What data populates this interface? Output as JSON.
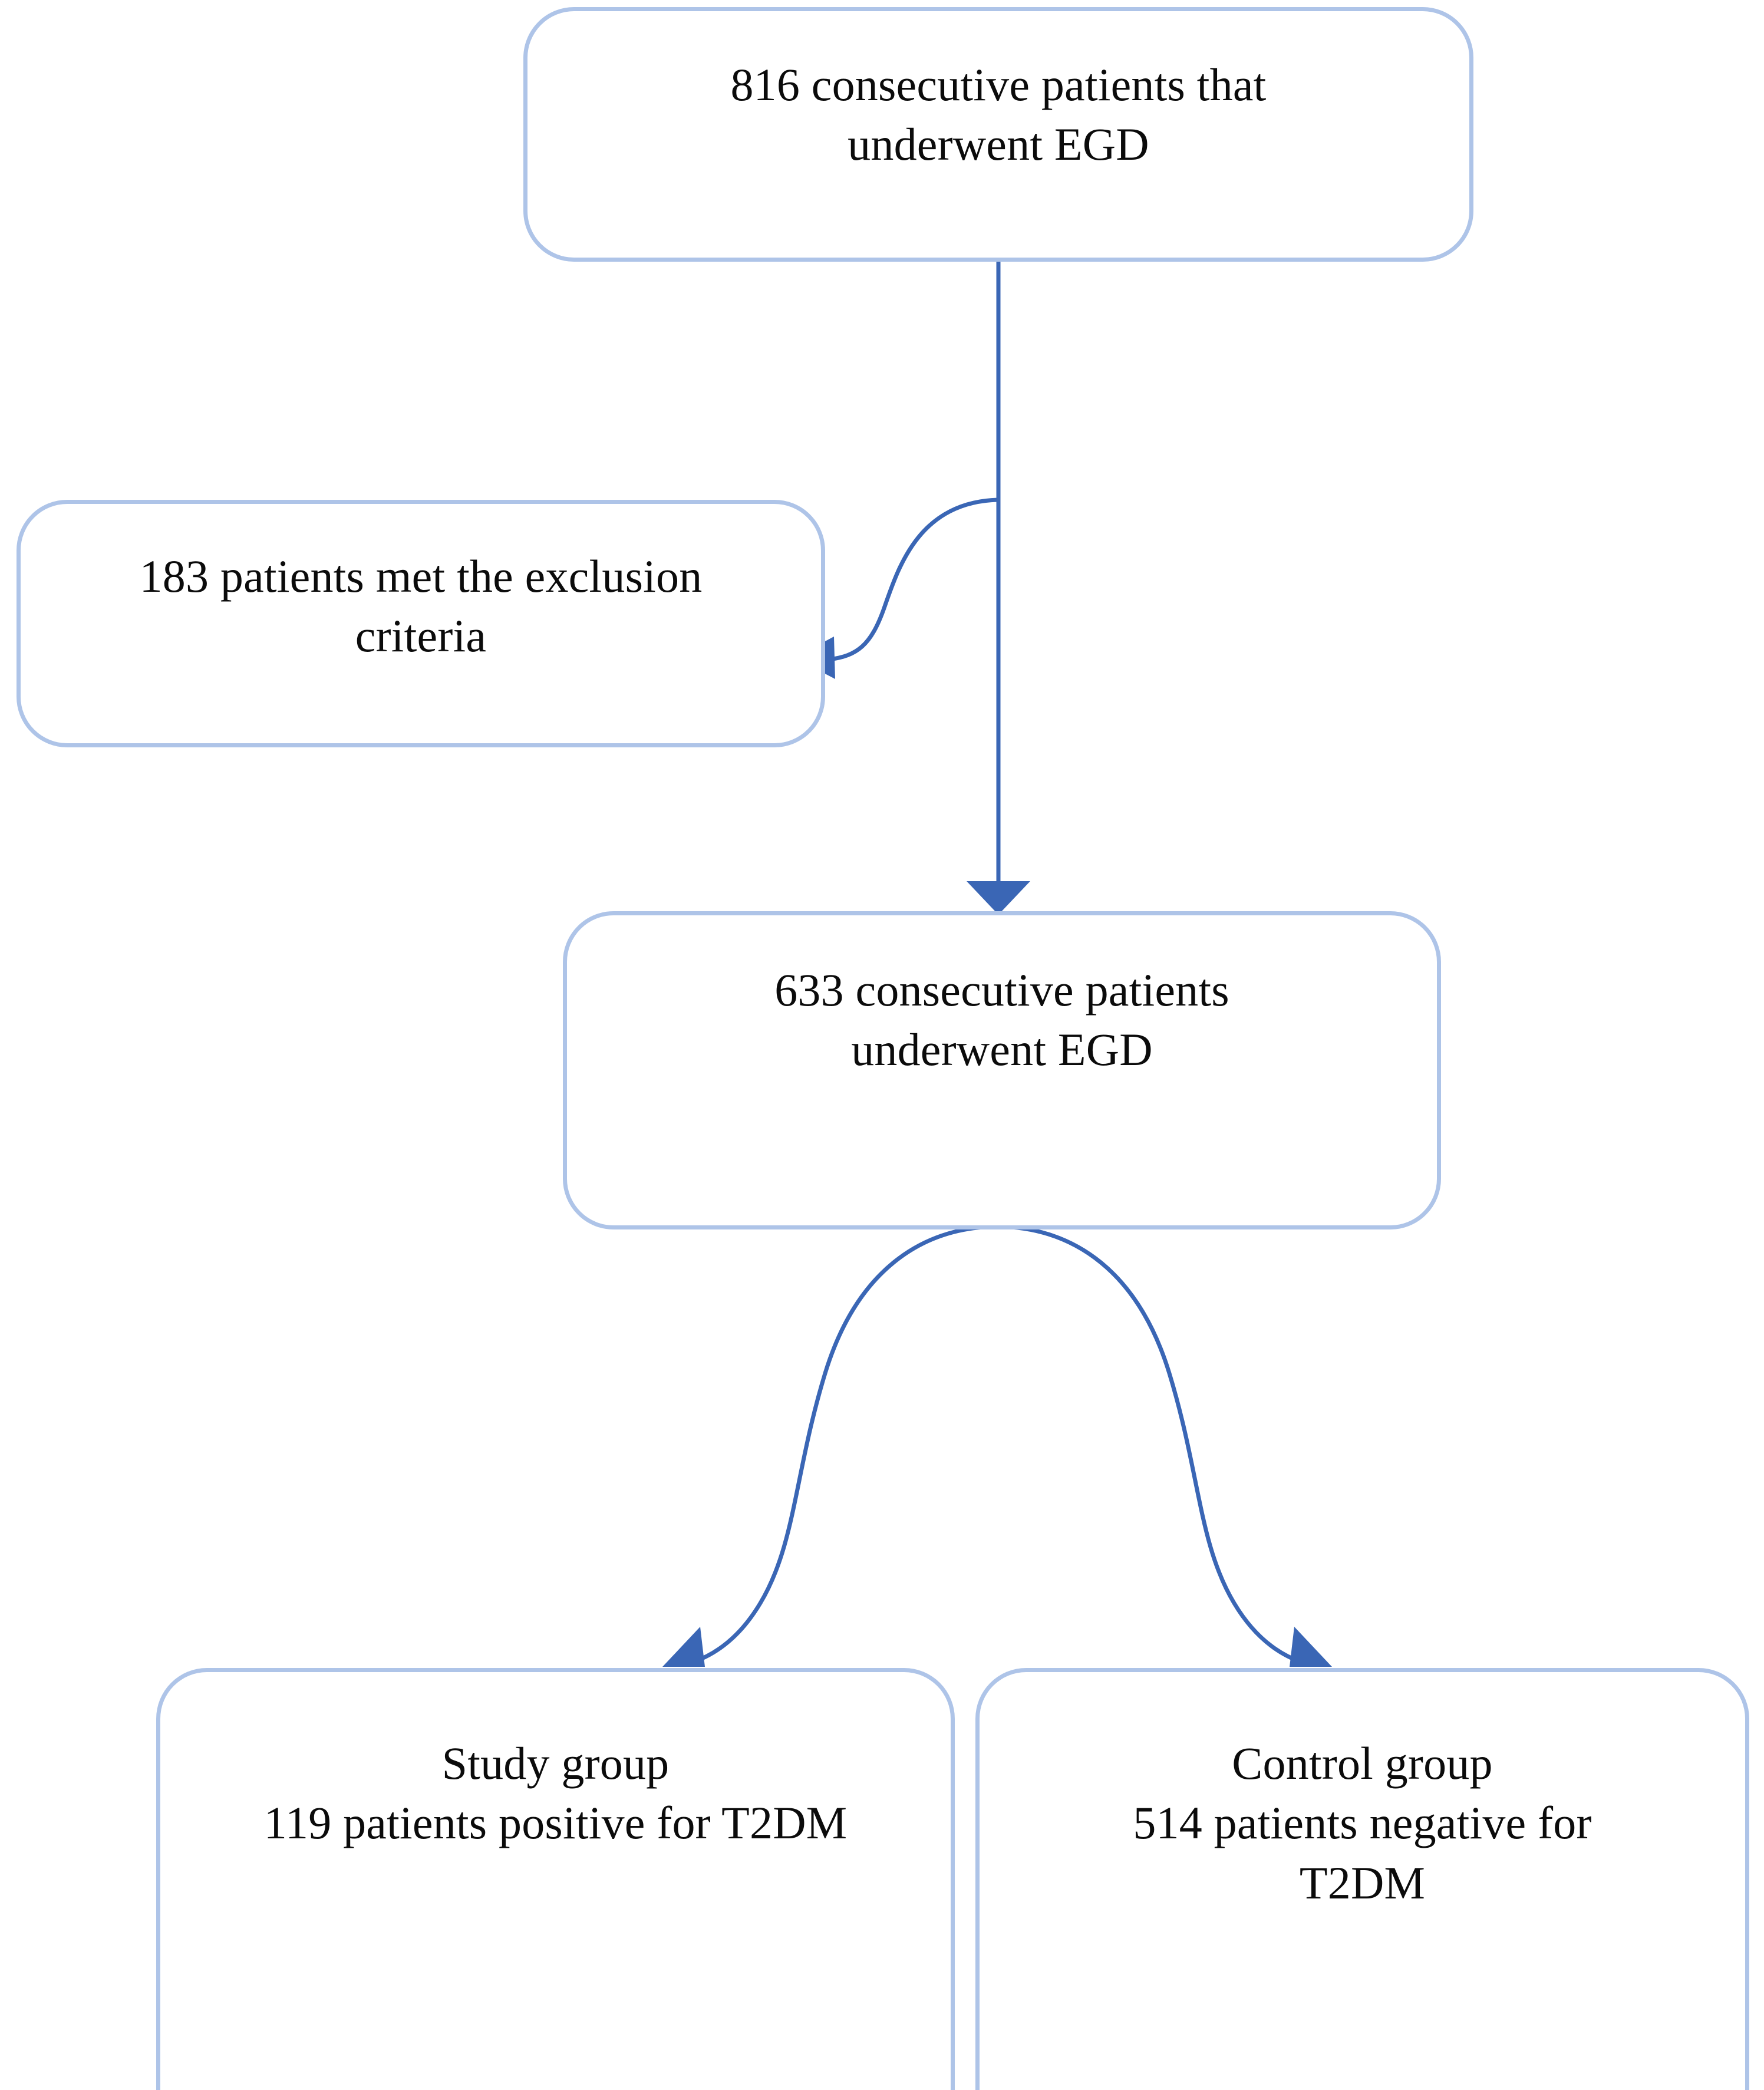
{
  "figure": {
    "type": "flowchart",
    "orientation": "top-to-bottom",
    "background_color": "#ffffff",
    "node_border_color": "#aec4e8",
    "connector_color": "#3a66b5",
    "text_color": "#0b0b0b"
  },
  "nodes": {
    "total": {
      "id": "total",
      "label": "816 consecutive patients that\nunderwent EGD",
      "count": 816
    },
    "excluded": {
      "id": "excluded",
      "label": "183 patients met the exclusion\ncriteria",
      "count": 183
    },
    "eligible": {
      "id": "eligible",
      "label": "633 consecutive patients\nunderwent EGD",
      "count": 633
    },
    "study": {
      "id": "study",
      "label": "Study group\n119 patients positive for T2DM",
      "count": 119
    },
    "control": {
      "id": "control",
      "label": "Control group\n514 patients negative for\nT2DM",
      "count": 514
    }
  },
  "edges": [
    {
      "id": "total-to-eligible",
      "from": "total",
      "to": "eligible",
      "style": "straight-arrow"
    },
    {
      "id": "total-to-excluded",
      "from": "total",
      "to": "excluded",
      "style": "s-curve-arrow"
    },
    {
      "id": "eligible-to-study",
      "from": "eligible",
      "to": "study",
      "style": "arc-arrow"
    },
    {
      "id": "eligible-to-control",
      "from": "eligible",
      "to": "control",
      "style": "arc-arrow"
    }
  ]
}
